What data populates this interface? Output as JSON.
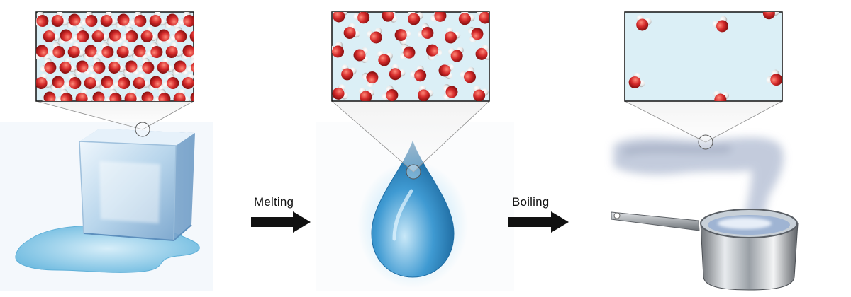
{
  "steps": [
    {
      "label": "Melting"
    },
    {
      "label": "Boiling"
    }
  ],
  "colors": {
    "box_fill": "#dbeff6",
    "oxygen": "#d52b2b",
    "hydrogen": "#f4f4f4",
    "ice": "#c8dff0",
    "water_drop": "#2f8cc7",
    "steam": "#b8c3d6",
    "arrow": "#111111"
  },
  "panels": [
    {
      "state": "solid",
      "arrangement": "ordered-lattice"
    },
    {
      "state": "liquid",
      "arrangement": "close-random"
    },
    {
      "state": "gas",
      "arrangement": "sparse"
    }
  ],
  "icons": [
    "ice-cube-icon",
    "water-drop-icon",
    "steam-pot-icon",
    "arrow-right-icon",
    "magnifier-circle-icon",
    "water-molecule-icon"
  ]
}
